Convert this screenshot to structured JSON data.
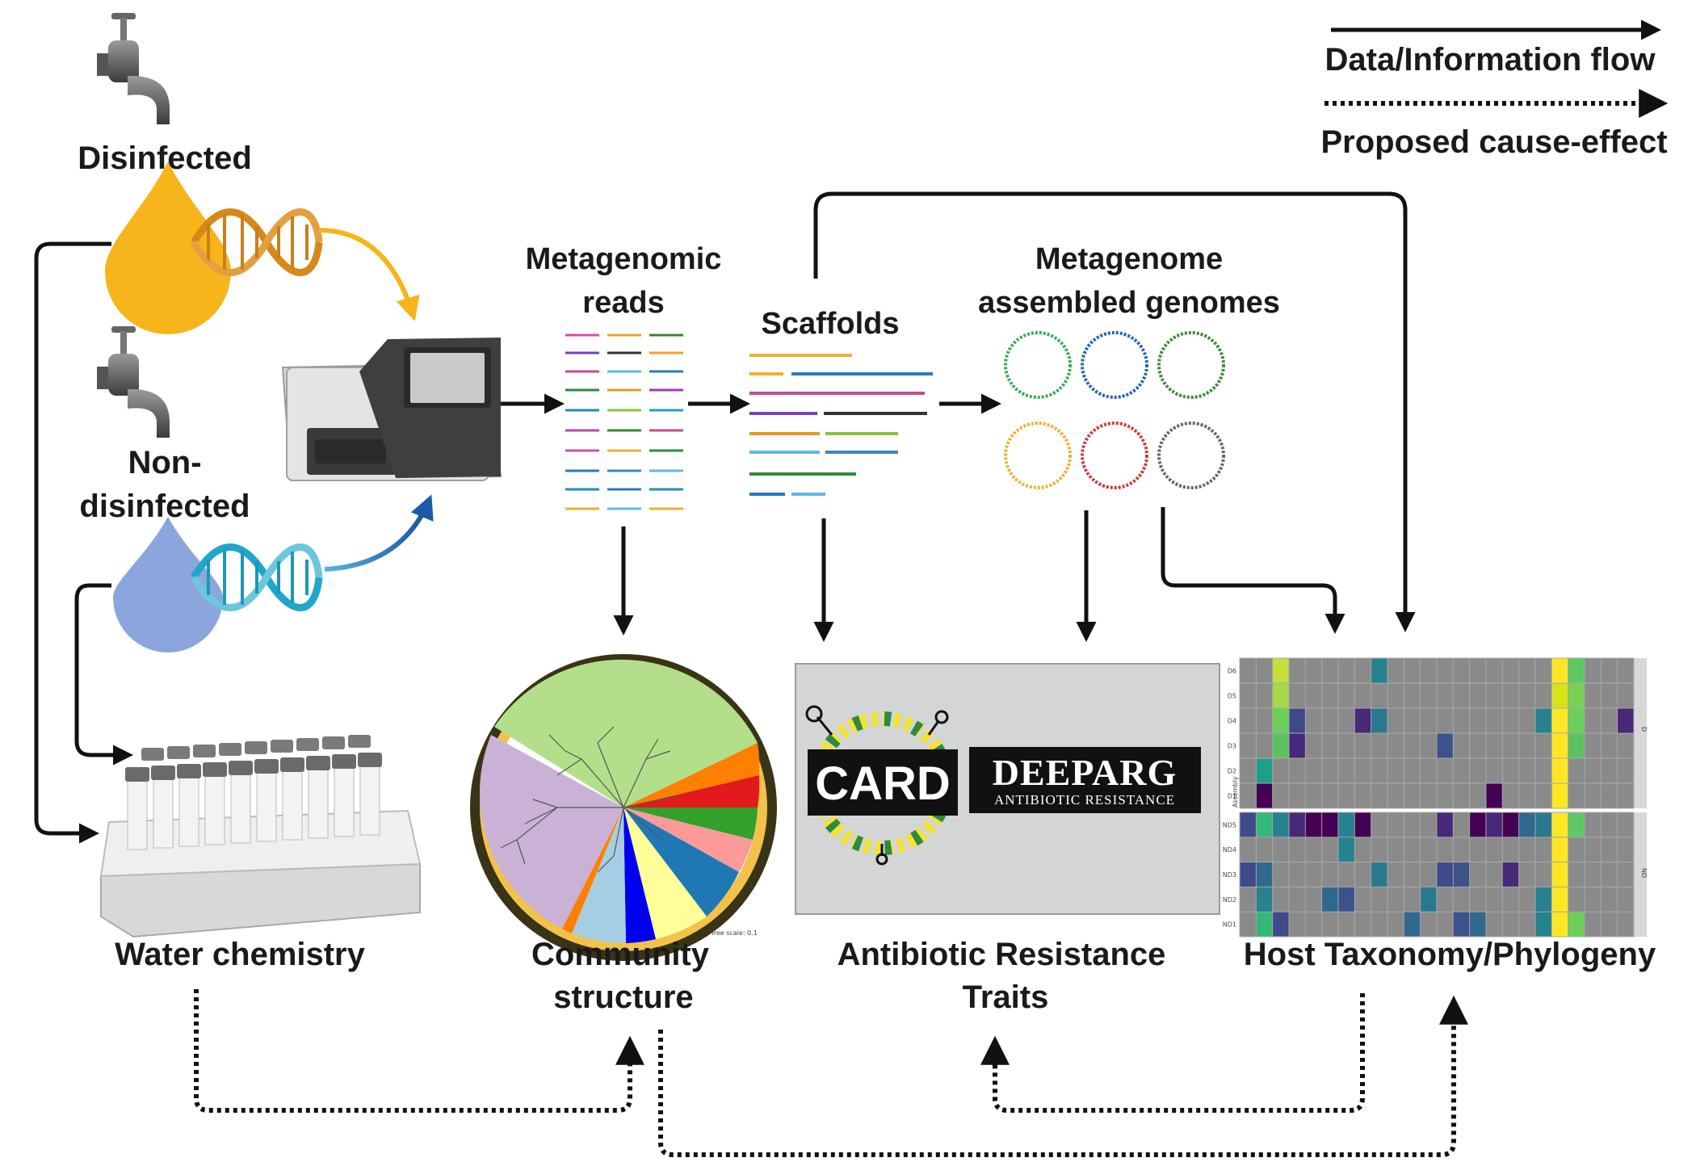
{
  "legend": {
    "solid_label": "Data/Information flow",
    "dotted_label": "Proposed cause-effect"
  },
  "sources": {
    "disinfected": "Disinfected",
    "nondisinfected_line1": "Non-",
    "nondisinfected_line2": "disinfected"
  },
  "pipeline": {
    "reads_line1": "Metagenomic",
    "reads_line2": "reads",
    "scaffolds": "Scaffolds",
    "mags_line1": "Metagenome",
    "mags_line2": "assembled genomes"
  },
  "outputs": {
    "water_chemistry": "Water chemistry",
    "community_line1": "Community",
    "community_line2": "structure",
    "arg_line1": "Antibiotic Resistance",
    "arg_line2": "Traits",
    "host": "Host Taxonomy/Phylogeny"
  },
  "logos": {
    "card": "CARD",
    "deeparg": "DEEPARG",
    "deeparg_sub": "ANTIBIOTIC RESISTANCE"
  },
  "tree": {
    "scale_label": "Tree scale: 0.1"
  },
  "heatmap": {
    "y_axis_label": "Assembly",
    "top_rows": [
      "D6",
      "D5",
      "D4",
      "D3",
      "D2",
      "D1"
    ],
    "bottom_rows": [
      "ND5",
      "ND4",
      "ND3",
      "ND2",
      "ND1"
    ],
    "top_panel_label": "D",
    "bottom_panel_label": "ND"
  },
  "colors": {
    "disinfected_drop": "#F7B51B",
    "nondisinfected_drop": "#8BA6DD",
    "arrow": "#111111",
    "heatmap_empty": "#8a8a8a"
  },
  "icons": [
    "faucet-icon",
    "water-drop-icon",
    "dna-helix-icon",
    "sequencer-icon",
    "sample-tube-rack-icon",
    "plasmid-icon"
  ]
}
